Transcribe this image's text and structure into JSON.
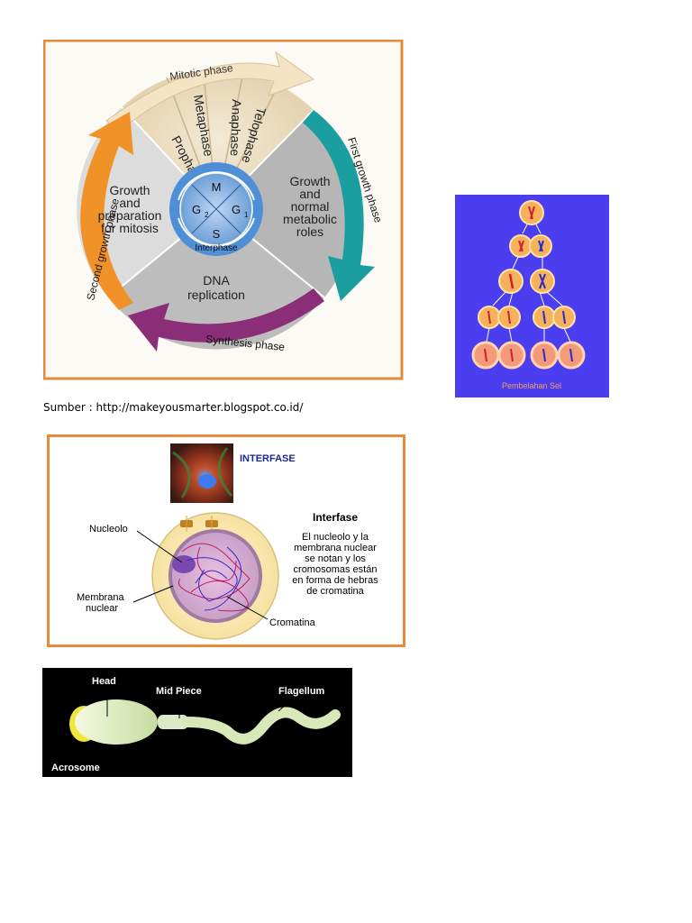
{
  "cell_cycle": {
    "mitotic_phase": "Mitotic phase",
    "prophase": "Prophase",
    "metaphase": "Metaphase",
    "anaphase": "Anaphase",
    "telophase": "Telophase",
    "first_growth": "First growth phase",
    "second_growth": "Second growth phase",
    "synthesis": "Synthesis phase",
    "growth_prep": [
      "Growth",
      "and",
      "preparation",
      "for mitosis"
    ],
    "growth_normal": [
      "Growth",
      "and",
      "normal",
      "metabolic",
      "roles"
    ],
    "dna": [
      "DNA",
      "replication"
    ],
    "m": "M",
    "g1": "G",
    "g1_sub": "1",
    "g2": "G",
    "g2_sub": "2",
    "s": "S",
    "interphase": "Interphase"
  },
  "caption": "Sumber : http://makeyousmarter.blogspot.co.id/",
  "division": {
    "label": "Pembelahan Sel"
  },
  "interfase": {
    "photo_title": "INTERFASE",
    "title": "Interfase",
    "desc": [
      "El nucleolo y la",
      "membrana nuclear",
      "se notan y los",
      "cromosomas están",
      "en forma de hebras",
      "de cromatina"
    ],
    "nucleolo": "Nucleolo",
    "membrana": [
      "Membrana",
      "nuclear"
    ],
    "cromatina": "Cromatina"
  },
  "sperm": {
    "head": "Head",
    "mid": "Mid Piece",
    "flagellum": "Flagellum",
    "acrosome": "Acrosome"
  },
  "colors": {
    "frame": "#e58c3a",
    "blue_bg": "#4a3ef0",
    "black_bg": "#000000"
  }
}
